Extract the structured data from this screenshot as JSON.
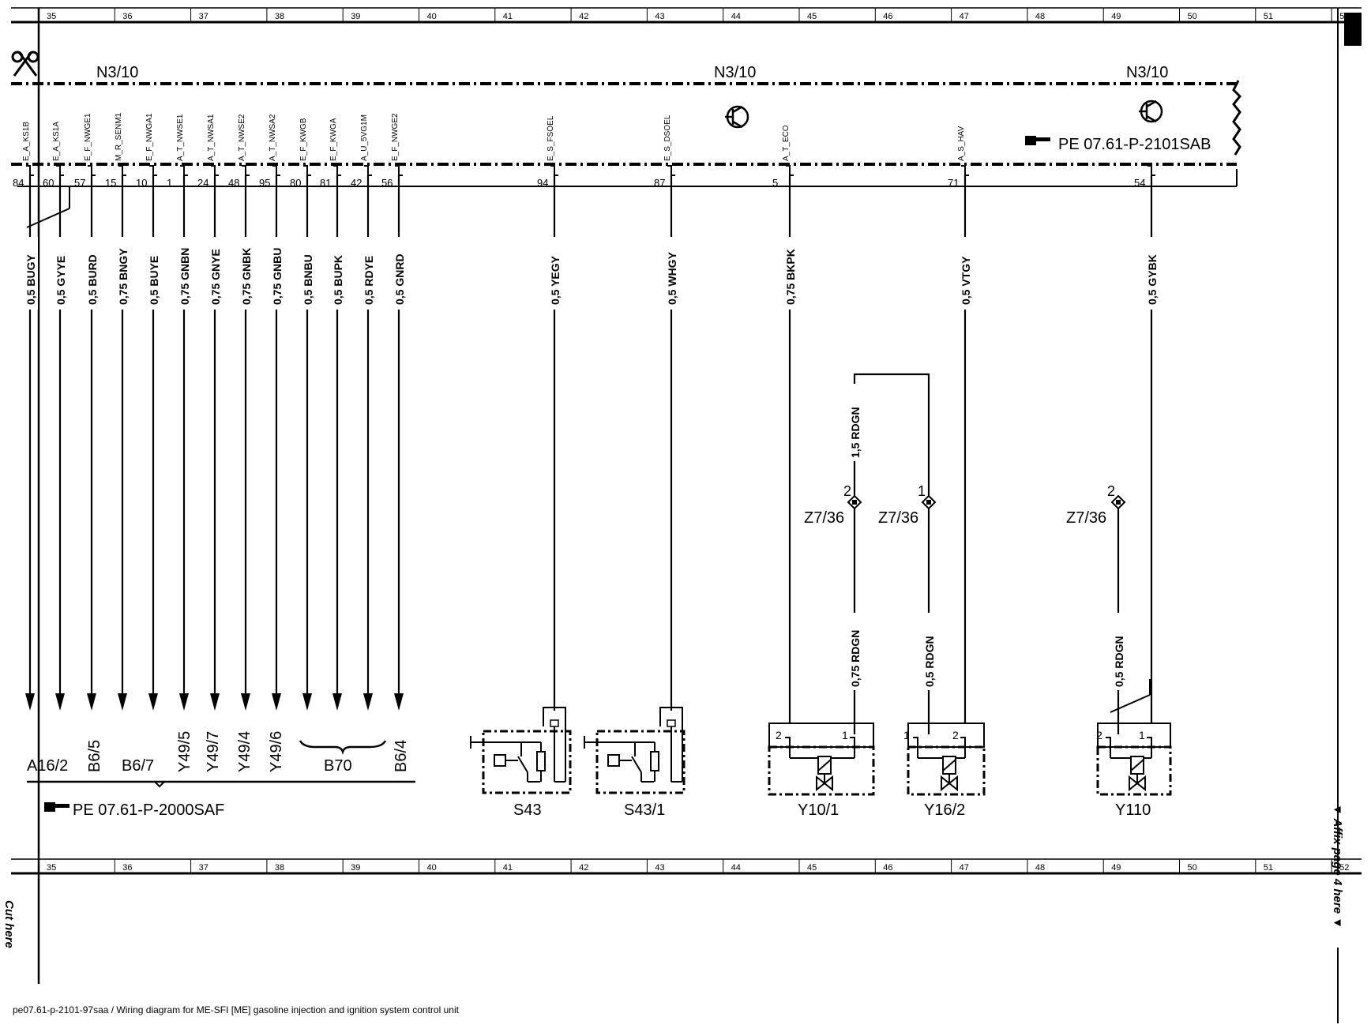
{
  "grid": {
    "columns": [
      "35",
      "36",
      "37",
      "38",
      "39",
      "40",
      "41",
      "42",
      "43",
      "44",
      "45",
      "46",
      "47",
      "48",
      "49",
      "50",
      "51",
      "52"
    ]
  },
  "control_unit": {
    "name": "N3/10",
    "ref": "PE 07.61-P-2101SAB"
  },
  "pins": [
    {
      "pin": "84",
      "signal": "E_A_KS1B",
      "wire": "0,5 BUGY"
    },
    {
      "pin": "60",
      "signal": "E_A_KS1A",
      "wire": "0,5 GYYE"
    },
    {
      "pin": "57",
      "signal": "E_F_NWGE1",
      "wire": "0,5 BURD"
    },
    {
      "pin": "15",
      "signal": "M_R_SENM1",
      "wire": "0,75 BNGY"
    },
    {
      "pin": "10",
      "signal": "E_F_NWGA1",
      "wire": "0,5 BUYE"
    },
    {
      "pin": "1",
      "signal": "A_T_NWSE1",
      "wire": "0,75 GNBN"
    },
    {
      "pin": "24",
      "signal": "A_T_NWSA1",
      "wire": "0,75 GNYE"
    },
    {
      "pin": "48",
      "signal": "A_T_NWSE2",
      "wire": "0,75 GNBK"
    },
    {
      "pin": "95",
      "signal": "A_T_NWSA2",
      "wire": "0,75 GNBU"
    },
    {
      "pin": "80",
      "signal": "E_F_KWGB",
      "wire": "0,5 BNBU"
    },
    {
      "pin": "81",
      "signal": "E_F_KWGA",
      "wire": "0,5 BUPK"
    },
    {
      "pin": "42",
      "signal": "A_U_5VG1M",
      "wire": "0,5 RDYE"
    },
    {
      "pin": "56",
      "signal": "E_F_NWGE2",
      "wire": "0,5 GNRD"
    },
    {
      "pin": "94",
      "signal": "E_S_FSOEL",
      "wire": "0,5 YEGY"
    },
    {
      "pin": "87",
      "signal": "E_S_DSOEL",
      "wire": "0,5 WHGY"
    },
    {
      "pin": "5",
      "signal": "A_T_ECO",
      "wire": "0,75 BKPK"
    },
    {
      "pin": "71",
      "signal": "A_S_HAV",
      "wire": "0,5 VTGY"
    },
    {
      "pin": "54",
      "signal": "",
      "wire": "0,5 GYBK"
    }
  ],
  "left_components": [
    "A16/2",
    "B6/5",
    "B6/7",
    "Y49/5",
    "Y49/7",
    "Y49/4",
    "Y49/6",
    "B70",
    "B6/4"
  ],
  "left_ref": "PE 07.61-P-2000SAF",
  "switches": [
    "S43",
    "S43/1"
  ],
  "valves": [
    "Y10/1",
    "Y16/2",
    "Y110"
  ],
  "splice": {
    "name": "Z7/36",
    "pins": [
      "2",
      "1",
      "2"
    ],
    "wires": [
      "1,5 RDGN",
      "0,75 RDGN",
      "0,5 RDGN",
      "0,5 RDGN"
    ]
  },
  "connector_pins": [
    "2",
    "1",
    "1",
    "2",
    "2",
    "1"
  ],
  "footer": "pe07.61-p-2101-97saa / Wiring diagram for ME-SFI [ME] gasoline injection and ignition system control unit",
  "cut_here": "Cut here",
  "affix": "▼ Affix page 4 here ▼"
}
